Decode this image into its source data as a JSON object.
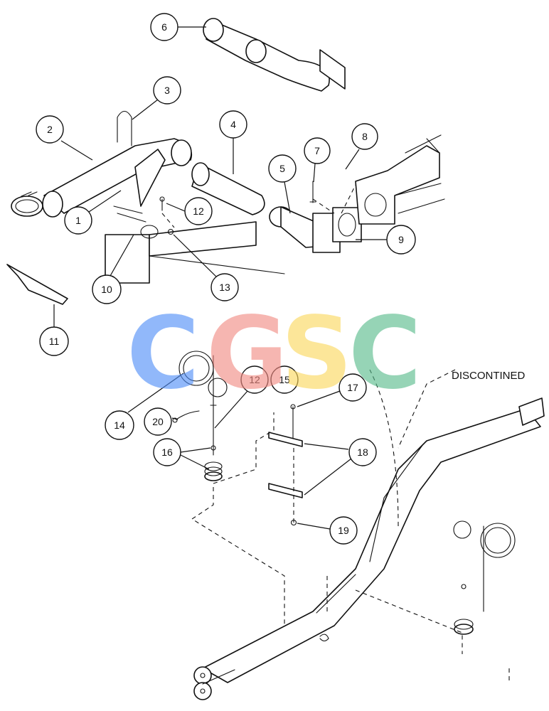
{
  "note": "DISCONTINED",
  "watermark": {
    "letters": [
      {
        "char": "C",
        "color": "#4f8ef7"
      },
      {
        "char": "G",
        "color": "#f28b82"
      },
      {
        "char": "S",
        "color": "#fbd75b"
      },
      {
        "char": "C",
        "color": "#57bb8a"
      }
    ]
  },
  "callouts": [
    "1",
    "2",
    "3",
    "4",
    "5",
    "6",
    "7",
    "8",
    "9",
    "10",
    "11",
    "12",
    "13",
    "14",
    "15",
    "16",
    "17",
    "18",
    "19",
    "20",
    "12"
  ],
  "colors": {
    "line": "#111111",
    "paper": "#ffffff"
  }
}
